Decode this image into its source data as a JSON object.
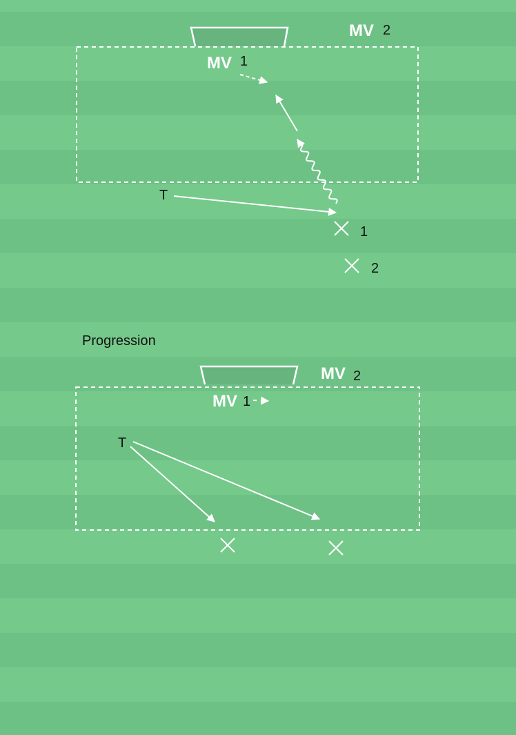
{
  "diagram_1": {
    "mv2": {
      "label": "MV",
      "number": "2"
    },
    "mv1": {
      "label": "MV",
      "number": "1"
    },
    "trainer": "T",
    "player_1": "1",
    "player_2": "2"
  },
  "progression_title": "Progression",
  "diagram_2": {
    "mv2": {
      "label": "MV",
      "number": "2"
    },
    "mv1": {
      "label": "MV",
      "number": "1"
    },
    "trainer": "T"
  },
  "colors": {
    "stripe_light": "#75c98b",
    "stripe_dark": "#6ec185",
    "goal_fill": "#68b47e",
    "lines": "#ffffff"
  }
}
